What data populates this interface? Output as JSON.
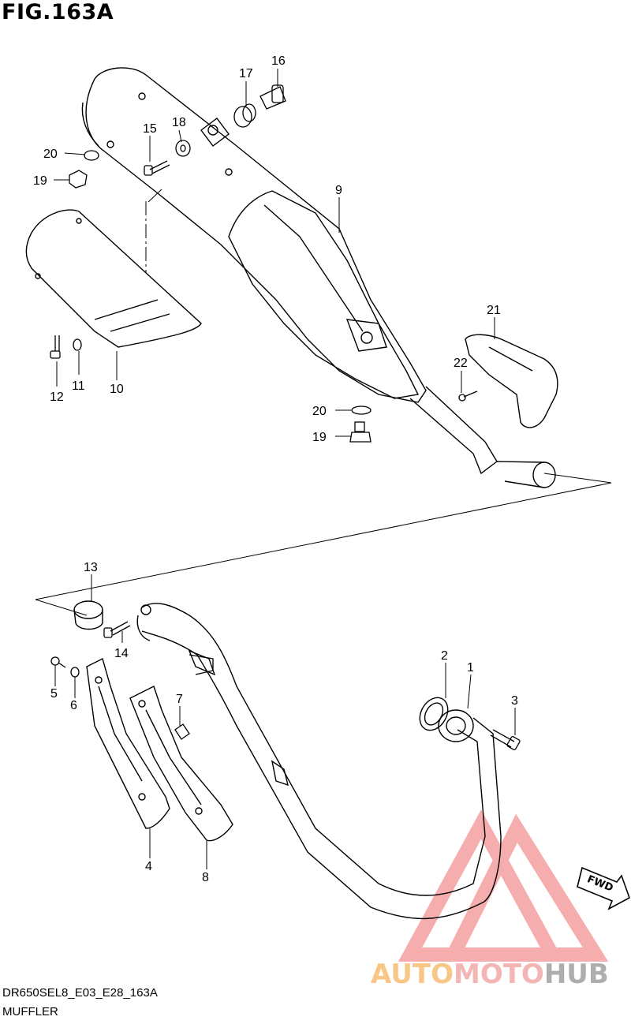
{
  "figure": {
    "title": "FIG.163A",
    "code": "DR650SEL8_E03_E28_163A",
    "caption": "MUFFLER"
  },
  "callouts": [
    {
      "id": "c16",
      "label": "16"
    },
    {
      "id": "c17",
      "label": "17"
    },
    {
      "id": "c15",
      "label": "15"
    },
    {
      "id": "c18",
      "label": "18"
    },
    {
      "id": "c20a",
      "label": "20"
    },
    {
      "id": "c19a",
      "label": "19"
    },
    {
      "id": "c9",
      "label": "9"
    },
    {
      "id": "c21",
      "label": "21"
    },
    {
      "id": "c22",
      "label": "22"
    },
    {
      "id": "c12",
      "label": "12"
    },
    {
      "id": "c11",
      "label": "11"
    },
    {
      "id": "c10",
      "label": "10"
    },
    {
      "id": "c20b",
      "label": "20"
    },
    {
      "id": "c19b",
      "label": "19"
    },
    {
      "id": "c13",
      "label": "13"
    },
    {
      "id": "c14",
      "label": "14"
    },
    {
      "id": "c2",
      "label": "2"
    },
    {
      "id": "c1",
      "label": "1"
    },
    {
      "id": "c3",
      "label": "3"
    },
    {
      "id": "c5",
      "label": "5"
    },
    {
      "id": "c6",
      "label": "6"
    },
    {
      "id": "c7",
      "label": "7"
    },
    {
      "id": "c4",
      "label": "4"
    },
    {
      "id": "c8",
      "label": "8"
    }
  ],
  "direction_arrow": {
    "label": "FWD"
  },
  "watermark": {
    "part1": "AUTO",
    "part2": "MOTO",
    "part3": "HUB",
    "color1": "#f7b96a",
    "color2": "#f2a3a3",
    "color3": "#9a9a9a"
  }
}
